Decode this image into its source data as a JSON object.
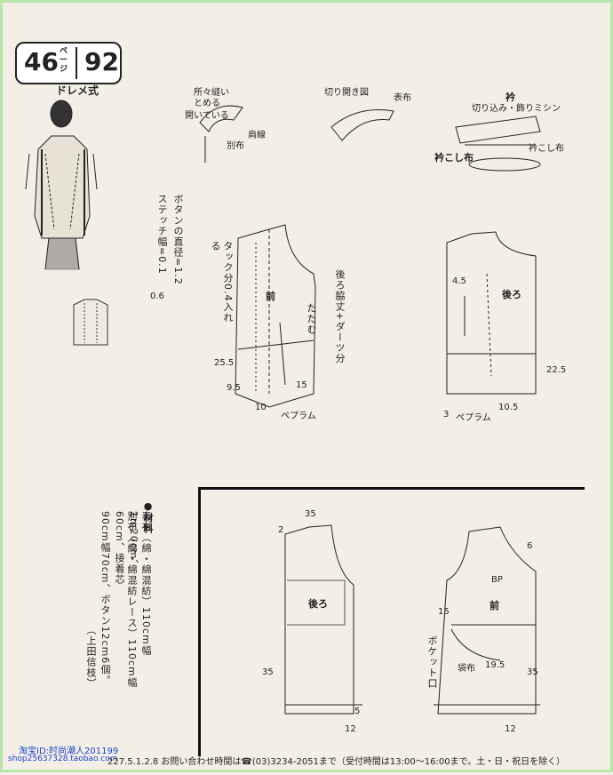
{
  "header": {
    "page_left": "46",
    "page_unit": "ページ",
    "page_right": "92",
    "style": "ドレメ式"
  },
  "labels": {
    "tokoro": "所々縫い",
    "tomeru": "とめる",
    "aiteiru": "開いている",
    "kata_sen": "肩線",
    "betsu": "別布",
    "kirihiraki": "切り開き図",
    "omote": "表布",
    "eri": "衿",
    "kirikomi": "切り込み・飾りミシン",
    "eri_koshi": "衿こし布",
    "button_note": "ボタンの直径=1.2",
    "stitch_note": "ステッチ幅=0.1",
    "stitch_val": "0.6",
    "tuck": "タック分0.4入れる",
    "ushiro_waki": "後ろ脇丈+ダーツ分",
    "mae": "前",
    "ushiro": "後ろ",
    "peplum": "ペプラム",
    "tatamu": "たたむ",
    "pocket": "ポケット口",
    "fukuro": "袋布",
    "bp": "BP"
  },
  "dims": {
    "d255": "25.5",
    "d95": "9.5",
    "d15": "15",
    "d10": "10",
    "d2": "2",
    "d35": "35",
    "d5": "5",
    "d12": "12",
    "d105": "10.5",
    "d225": "22.5",
    "d195": "19.5",
    "d45": "4.5",
    "d3": "3",
    "d6": "6"
  },
  "materials": {
    "title": "●材料",
    "line1": "表布（綿・綿混紡）110cm幅1m20cm、",
    "line2": "別布（綿・綿混紡レース）110cm幅60cm、接着芯",
    "line3": "90cm幅70cm、ボタン12cm6個。",
    "credit": "（上田信枝）"
  },
  "footer": {
    "watermark1": "淘宝ID:时尚潮人201199",
    "watermark2": "shop25637328.taobao.com",
    "text": "227.5.1.2.8 お問い合わせ時間は☎(03)3234-2051まで（受付時間は13:00〜16:00まで。土・日・祝日を除く）"
  }
}
